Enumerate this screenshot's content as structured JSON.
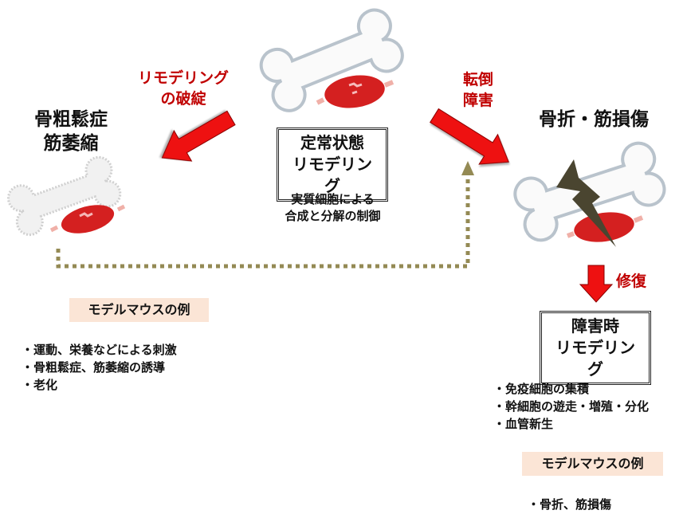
{
  "left": {
    "title_lines": [
      "骨粗鬆症",
      "筋萎縮"
    ],
    "arrow_label_lines": [
      "リモデリング",
      "の破綻"
    ],
    "model_tag": "モデルマウスの例",
    "bullets": [
      "運動、栄養などによる刺激",
      "骨粗鬆症、筋萎縮の誘導",
      "老化"
    ]
  },
  "center": {
    "box_lines": [
      "定常状態",
      "リモデリング"
    ],
    "caption_lines": [
      "実質細胞による",
      "合成と分解の制御"
    ]
  },
  "right": {
    "arrow_label_lines": [
      "転倒",
      "障害"
    ],
    "title": "骨折・筋損傷",
    "repair_label": "修復",
    "box_lines": [
      "障害時",
      "リモデリング"
    ],
    "bullets": [
      "免疫細胞の集積",
      "幹細胞の遊走・増殖・分化",
      "血管新生"
    ],
    "model_tag": "モデルマウスの例",
    "model_bullets": [
      "骨折、筋損傷"
    ]
  },
  "icons": {
    "left_image": "osteoporotic-bone-muscle-icon",
    "center_image": "healthy-bone-muscle-icon",
    "right_image": "fractured-bone-muscle-icon"
  },
  "colors": {
    "arrow_red": "#ee1111",
    "label_red": "#c00000",
    "dotted_path": "#948a54",
    "tag_bg": "#fbe5d6",
    "muscle": "#d42020",
    "lightning": "#4a4530"
  }
}
